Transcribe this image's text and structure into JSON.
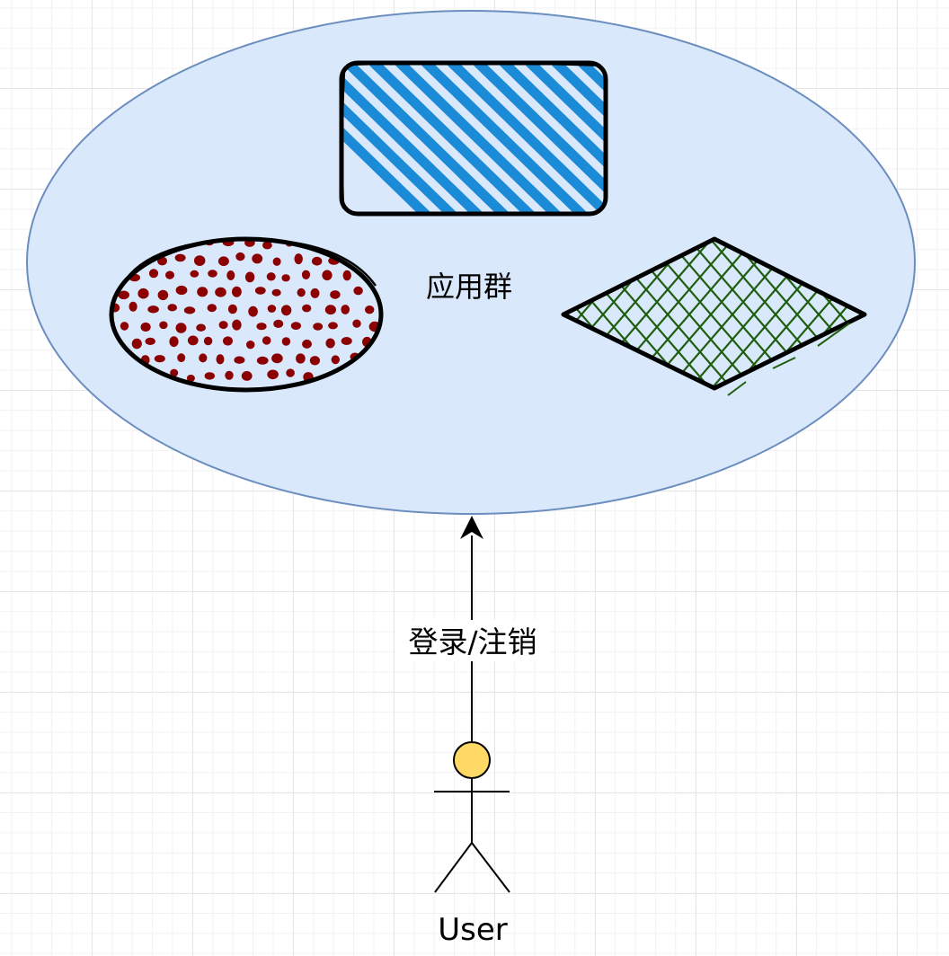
{
  "diagram": {
    "group_label": "应用群",
    "edge_label": "登录/注销",
    "actor_label": "User"
  },
  "colors": {
    "ellipse_fill": "#dae8fc",
    "ellipse_stroke": "#6c8ebf",
    "hatch_blue": "#1b8bd8",
    "dots_red": "#8b0000",
    "cross_green": "#1e5e0e",
    "actor_head": "#ffd966",
    "sketch_stroke": "#000000"
  },
  "icons": {
    "rectangle": "hatched-rectangle",
    "ellipse": "dotted-ellipse",
    "diamond": "crosshatched-diamond",
    "actor": "stick-figure-icon"
  }
}
